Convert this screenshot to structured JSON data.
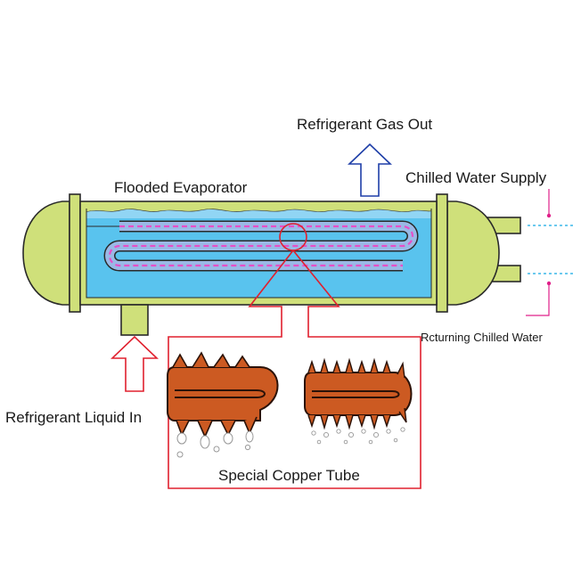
{
  "labels": {
    "gas_out": "Refrigerant Gas Out",
    "evaporator": "Flooded Evaporator",
    "chilled_supply": "Chilled Water Supply",
    "returning_chilled": "Rcturning Chilled Water",
    "liquid_in": "Refrigerant Liquid In",
    "copper_tube": "Special Copper Tube"
  },
  "colors": {
    "shell": "#cfe07a",
    "shell_stroke": "#2a2a2a",
    "water": "#59c3ee",
    "water_light": "#9bd8f4",
    "tube": "#9ab9e6",
    "tube_core": "#7a94c8",
    "tube_dash": "#e64fc8",
    "callout": "#e0202e",
    "gas_arrow": "#1f3fa8",
    "copper": "#cc5a22",
    "copper_dark": "#2b1208",
    "flow_dot": "#e0208a",
    "flow_dash": "#3ab7e8"
  },
  "icons": {
    "gas_out_arrow": "up-arrow-outline-icon",
    "liquid_in_arrow": "up-arrow-outline-icon",
    "magnifier_circle": "magnifier-circle-icon"
  }
}
